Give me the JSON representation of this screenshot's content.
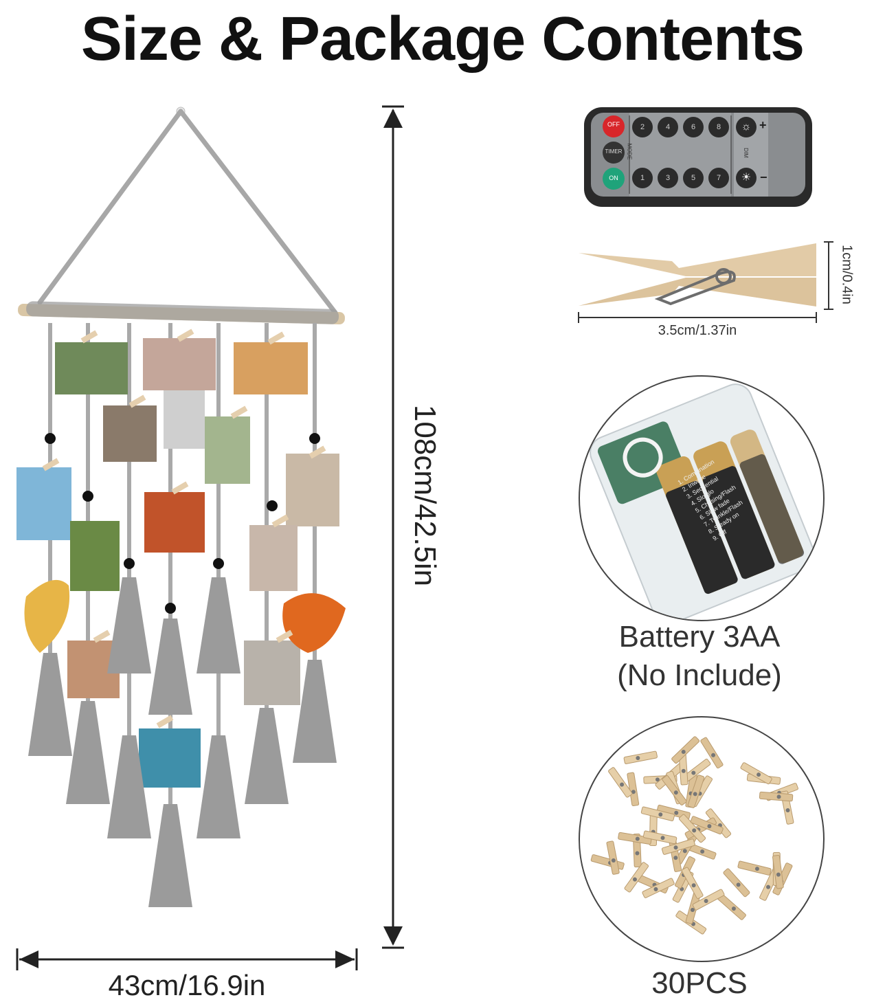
{
  "title": "Size & Package Contents",
  "dimensions": {
    "height": "108cm/42.5in",
    "width": "43cm/16.9in",
    "clip_length": "3.5cm/1.37in",
    "clip_height": "1cm/0.4in"
  },
  "remote": {
    "buttons_left": [
      "OFF",
      "TIMER",
      "ON"
    ],
    "buttons_top": [
      "2",
      "4",
      "6",
      "8"
    ],
    "buttons_bottom": [
      "1",
      "3",
      "5",
      "7"
    ],
    "mode_label": "MODE",
    "dim_label": "DIM",
    "plus": "+",
    "minus": "−",
    "colors": {
      "off": "#d8262a",
      "timer": "#333333",
      "on": "#1fa37a"
    }
  },
  "battery_box": {
    "modes": [
      "1. Combination",
      "2. Inwave",
      "3. Sequential",
      "4. Slo glo",
      "5. Chasing/Flash",
      "6. Slow fade",
      "7. Twinkle/Flash",
      "8. Steady on",
      "9. Off"
    ]
  },
  "captions": {
    "battery_line1": "Battery 3AA",
    "battery_line2": "(No Include)",
    "clips_count": "30PCS"
  }
}
